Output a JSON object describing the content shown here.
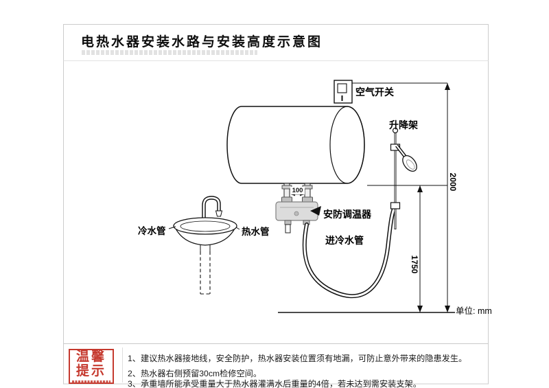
{
  "title": "电热水器安装水路与安装高度示意图",
  "diagram": {
    "air_switch_label": "空气开关",
    "lift_rail_label": "升降架",
    "thermostat_label": "安防调温器",
    "cold_pipe_label": "冷水管",
    "hot_pipe_label": "热水管",
    "inlet_pipe_label": "进冷水管",
    "unit_note": "单位: mm",
    "dim_total_height": "2000",
    "dim_outlet_height": "1750",
    "dim_pipe_spacing": "100"
  },
  "tips": {
    "stamp": {
      "line1": "温馨",
      "line2": "提示"
    },
    "items": [
      "1、建议热水器接地线，安全防护，热水器安装位置须有地漏，可防止意外带来的隐患发生。",
      "2、热水器右侧预留30cm检修空间。",
      "3、承重墙所能承受重量大于热水器灌满水后重量的4倍，若未达到需安装支架。"
    ]
  },
  "colors": {
    "accent_red": "#c5392e",
    "line_black": "#111111",
    "thermostat_gray": "#dcdcdc"
  }
}
